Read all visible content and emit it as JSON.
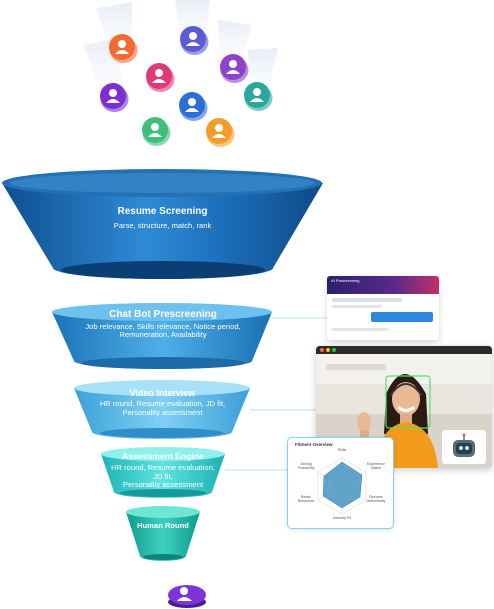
{
  "funnel": {
    "stage1": {
      "title": "Resume Screening",
      "subtitle": "Parse, structure, match, rank"
    },
    "stage2": {
      "title": "Chat Bot Prescreening",
      "line1": "Job relevance, Skills relevance, Notice period,",
      "line2": "Remuneration, Availability"
    },
    "stage3": {
      "title": "Video Interview",
      "line1": "HR round, Resume evaluation, JD fit,",
      "line2": "Personality assessment"
    },
    "stage4": {
      "title": "Assessment Engine",
      "line1": "HR round, Resume evaluation, JD fit,",
      "line2": "Personality assessment"
    },
    "stage5": {
      "title": "Human Round"
    }
  },
  "chat_card": {
    "header": "AI Prescreening"
  },
  "fitment": {
    "title": "Fitment Overview",
    "axes": [
      "Skills",
      "Experience Match",
      "Resume Authenticity",
      "Industry Fit",
      "Retain Behaviour",
      "Joining Probability"
    ]
  },
  "colors": {
    "stage1": "#1e74bd",
    "stage2": "#2f8fd4",
    "stage3": "#4fb2e6",
    "stage4": "#2ec8c6",
    "stage5": "#17ad9a",
    "avatars": [
      "#f36b32",
      "#5b5bd6",
      "#e0397a",
      "#8e44c9",
      "#2aa79b",
      "#7b2fd0",
      "#2b6fd6",
      "#3fc07a",
      "#f39c2a"
    ]
  },
  "icons": [
    "user-avatar-icon",
    "robot-icon"
  ]
}
